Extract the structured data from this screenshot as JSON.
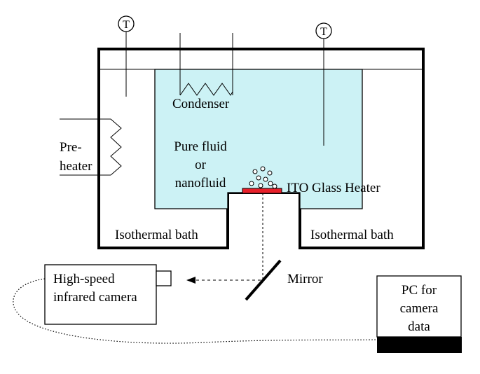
{
  "labels": {
    "condenser": "Condenser",
    "preheater_line1": "Pre-",
    "preheater_line2": "heater",
    "fluid_line1": "Pure fluid",
    "fluid_line2": "or",
    "fluid_line3": "nanofluid",
    "ito_heater": "ITO Glass Heater",
    "bath_left": "Isothermal bath",
    "bath_right": "Isothermal bath",
    "camera_line1": "High-speed",
    "camera_line2": "infrared camera",
    "mirror": "Mirror",
    "pc_line1": "PC for",
    "pc_line2": "camera",
    "pc_line3": "data",
    "thermometer_symbol": "T"
  },
  "colors": {
    "fluid": "#ccf2f5",
    "heater": "#e8202a",
    "pc_base": "#000000",
    "lines": "#000000"
  },
  "icons": {
    "thermometer": "thermometer-icon",
    "bubbles": "bubbles-icon",
    "preheater_coil": "heating-coil-icon",
    "condenser_coil": "condenser-coil-icon"
  }
}
